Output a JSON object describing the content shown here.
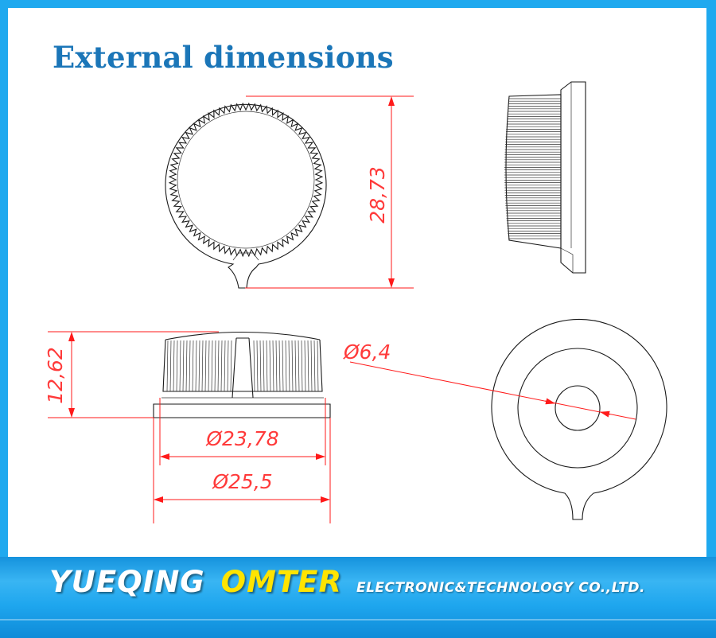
{
  "title": "External dimensions",
  "dimensions": {
    "height_top_view": "28,73",
    "height_side": "12,62",
    "shaft_diameter": "Ø6,4",
    "body_diameter": "Ø23,78",
    "base_diameter": "Ø25,5"
  },
  "brand": {
    "name_white": "YUEQING",
    "name_yellow": "OMTER",
    "subtitle": "ELECTRONIC&TECHNOLOGY CO.,LTD."
  },
  "colors": {
    "background_band": "#1fa9ef",
    "title": "#1b76b8",
    "dimension_red": "#ff1a1a",
    "omter_yellow": "#ffe400"
  }
}
